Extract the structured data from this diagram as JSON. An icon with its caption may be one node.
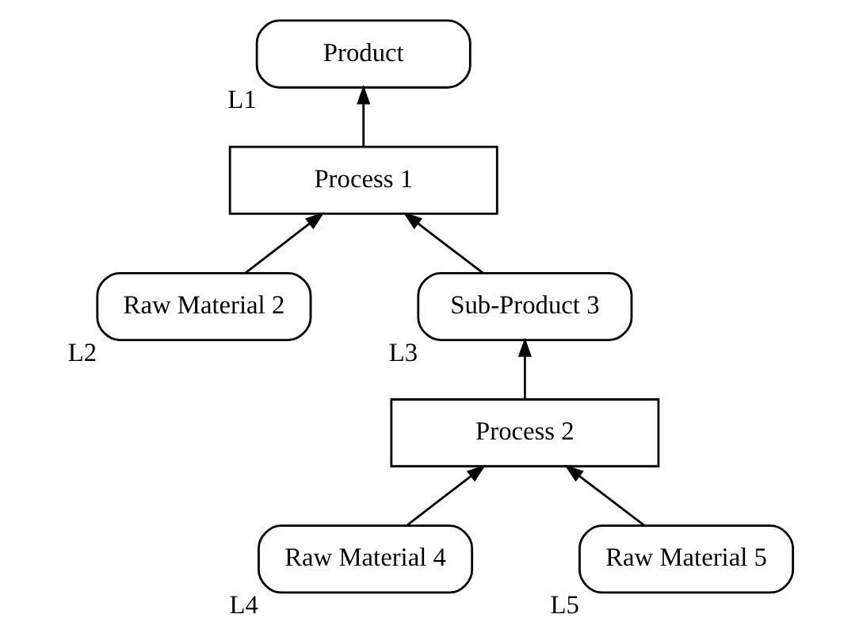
{
  "diagram": {
    "nodes": [
      {
        "text": [
          "Product"
        ],
        "beside": [
          "L1"
        ]
      },
      {
        "text": [
          "Process 1"
        ]
      },
      {
        "text": [
          "Raw Material 2"
        ],
        "beside": [
          "L2"
        ]
      },
      {
        "text": [
          "Sub-Product 3"
        ],
        "beside": [
          "L3"
        ]
      },
      {
        "text": [
          "Process 2"
        ]
      },
      {
        "text": [
          "Raw Material 4"
        ],
        "beside": [
          "L4"
        ]
      },
      {
        "text": [
          "Raw Material 5"
        ],
        "beside": [
          "L5"
        ]
      }
    ],
    "edges": [
      {
        "from": 1,
        "to": 0,
        "arrow": "to"
      },
      {
        "from": 2,
        "to": 1,
        "arrow": "to"
      },
      {
        "from": 3,
        "to": 1,
        "arrow": "to"
      },
      {
        "from": 4,
        "to": 3,
        "arrow": "to"
      },
      {
        "from": 5,
        "to": 4,
        "arrow": "to"
      },
      {
        "from": 6,
        "to": 4,
        "arrow": "to"
      }
    ]
  }
}
